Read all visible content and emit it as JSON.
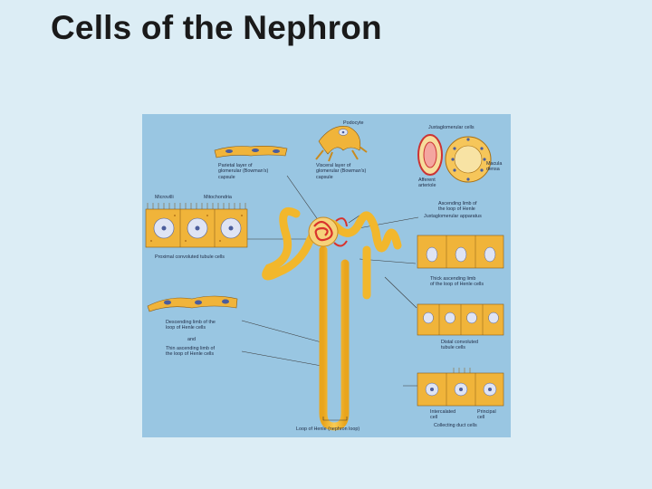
{
  "title": "Cells of the Nephron",
  "labels": {
    "podocyte": "Podocyte",
    "juxtaglomerular_cells": "Juxtaglomerular cells",
    "parietal_layer": "Parietal layer of\nglomerular (Bowman's)\ncapsule",
    "visceral_layer": "Visceral layer of\nglomerular (Bowman's)\ncapsule",
    "macula_densa": "Macula\ndensa",
    "afferent_arteriole": "Afferent\narteriole",
    "microvilli": "Microvilli",
    "mitochondria": "Mitochondria",
    "ascending_limb": "Ascending limb of\nthe loop of Henle",
    "juxtaglomerular_apparatus": "Juxtaglomerular apparatus",
    "proximal_cells": "Proximal convoluted tubule cells",
    "thick_ascending": "Thick ascending limb\nof the loop of Henle cells",
    "descending_limb": "Descending limb of the\nloop of Henle cells",
    "and": "and",
    "thin_ascending": "Thin ascending limb of\nthe loop of Henle cells",
    "distal_cells": "Distal convoluted\ntubule cells",
    "intercalated_cell": "Intercalated\ncell",
    "principal_cell": "Principal\ncell",
    "collecting_duct": "Collecting duct cells",
    "loop_of_henle": "Loop of Henle (nephron loop)"
  },
  "colors": {
    "background": "#dcedf5",
    "figure_bg": "#99c6e2",
    "tubule": "#f2b72c",
    "cell": "#f0b43a",
    "nucleus": "#dfe4f4",
    "nucleus_core": "#4b5d9c",
    "glomerulus": "#d9322c"
  }
}
